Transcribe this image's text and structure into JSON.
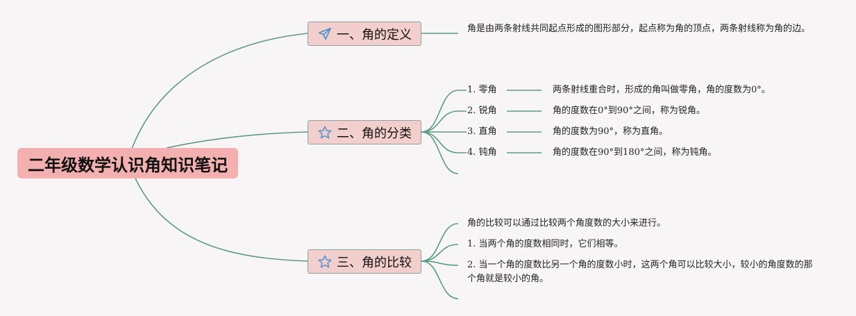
{
  "root": {
    "title": "二年级数学认识角知识笔记"
  },
  "branches": [
    {
      "label": "一、角的定义",
      "icon": "paper-plane-icon",
      "text": "角是由两条射线共同起点形成的图形部分，起点称为角的顶点，两条射线称为角的边。"
    },
    {
      "label": "二、角的分类",
      "icon": "star-icon",
      "items": [
        {
          "name": "1. 零角",
          "desc": "两条射线重合时，形成的角叫做零角，角的度数为0°。"
        },
        {
          "name": "2. 锐角",
          "desc": "角的度数在0°到90°之间，称为锐角。"
        },
        {
          "name": "3. 直角",
          "desc": "角的度数为90°，称为直角。"
        },
        {
          "name": "4. 钝角",
          "desc": "角的度数在90°到180°之间，称为钝角。"
        }
      ]
    },
    {
      "label": "三、角的比较",
      "icon": "star-icon",
      "items": [
        "角的比较可以通过比较两个角度数的大小来进行。",
        "1. 当两个角的度数相同时，它们相等。",
        "2. 当一个角的度数比另一个角的度数小时，这两个角可以比较大小，较小的角度数的那个角就是较小的角。"
      ]
    }
  ],
  "colors": {
    "line": "#5a9a86",
    "root_bg": "#f4b0b0",
    "branch_bg": "#f2cfcc",
    "icon": "#4a8fd0"
  }
}
